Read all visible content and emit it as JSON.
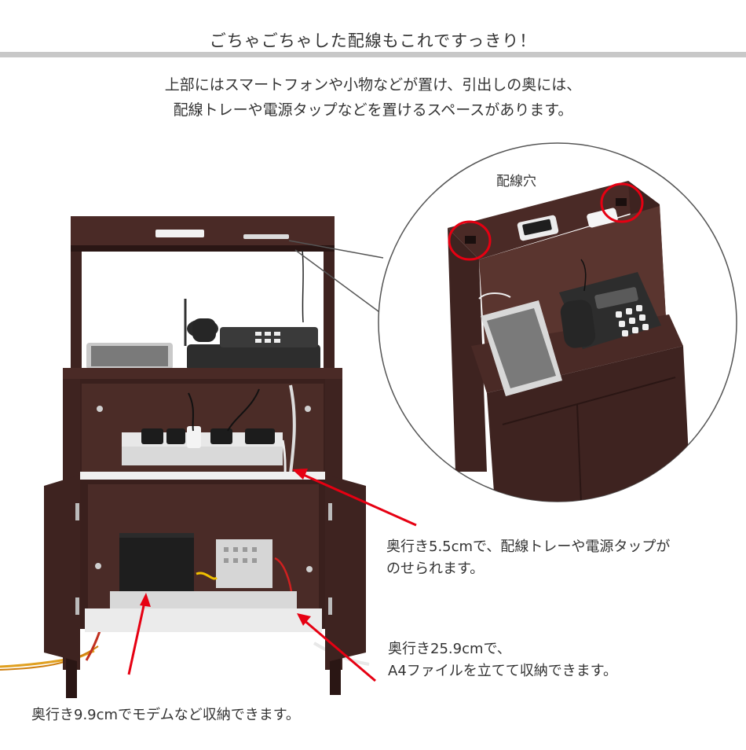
{
  "heading": "ごちゃごちゃした配線もこれですっきり！",
  "intro": {
    "line1": "上部にはスマートフォンや小物などが置け、引出しの奥には、",
    "line2": "配線トレーや電源タップなどを置けるスペースがあります。"
  },
  "zoom": {
    "label": "配線穴"
  },
  "callouts": {
    "tray_line1": "奥行き5.5cmで、配線トレーや電源タップが",
    "tray_line2": "のせられます。",
    "a4_line1": "奥行き25.9cmで、",
    "a4_line2": "A4ファイルを立てて収納できます。",
    "modem": "奥行き9.9cmでモデムなど収納できます。"
  },
  "colors": {
    "wood": "#3e2320",
    "wood_dark": "#2a1614",
    "arrow": "#e60012",
    "rule": "#c8c8c8"
  }
}
